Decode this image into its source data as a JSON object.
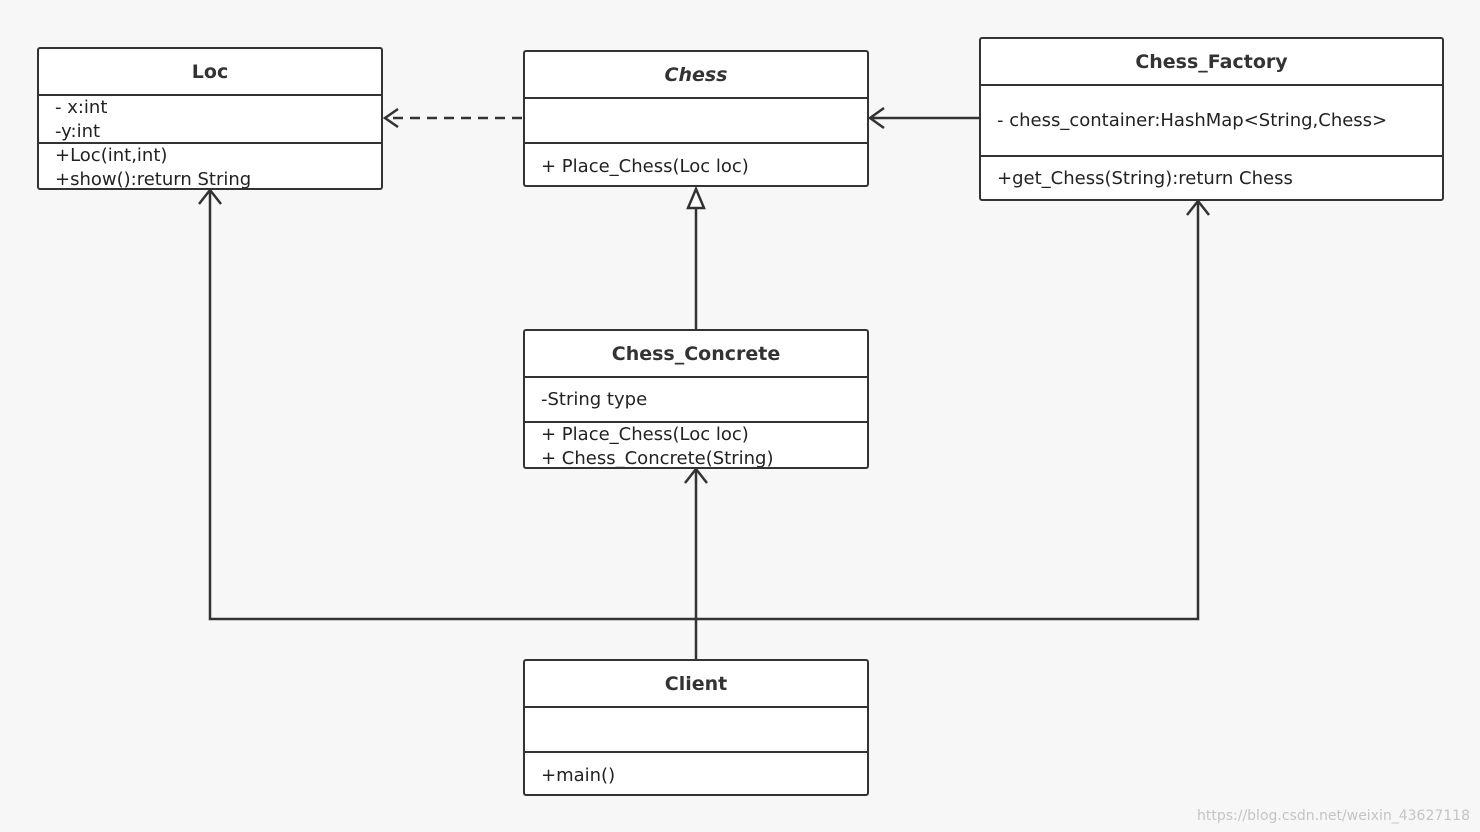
{
  "classes": {
    "loc": {
      "name": "Loc",
      "attributes": [
        "- x:int",
        "-y:int"
      ],
      "methods": [
        "+Loc(int,int)",
        "+show():return String"
      ]
    },
    "chess": {
      "name": "Chess",
      "abstract": true,
      "attributes": [],
      "methods": [
        "+ Place_Chess(Loc loc)"
      ]
    },
    "chess_factory": {
      "name": "Chess_Factory",
      "attributes": [
        "- chess_container:HashMap<String,Chess>"
      ],
      "methods": [
        "+get_Chess(String):return Chess"
      ]
    },
    "chess_concrete": {
      "name": "Chess_Concrete",
      "attributes": [
        "-String type"
      ],
      "methods": [
        "+ Place_Chess(Loc loc)",
        "+ Chess_Concrete(String)"
      ]
    },
    "client": {
      "name": "Client",
      "attributes": [],
      "methods": [
        "+main()"
      ]
    }
  },
  "relationships": [
    {
      "from": "chess",
      "to": "loc",
      "kind": "dependency"
    },
    {
      "from": "chess_factory",
      "to": "chess",
      "kind": "association"
    },
    {
      "from": "chess_concrete",
      "to": "chess",
      "kind": "generalization"
    },
    {
      "from": "client",
      "to": "loc",
      "kind": "association"
    },
    {
      "from": "client",
      "to": "chess_concrete",
      "kind": "association"
    },
    {
      "from": "client",
      "to": "chess_factory",
      "kind": "association"
    }
  ],
  "colors": {
    "background": "#f7f7f7",
    "stroke": "#333333",
    "box_fill": "#ffffff",
    "watermark": "#c4c4c4"
  },
  "watermark": "https://blog.csdn.net/weixin_43627118"
}
